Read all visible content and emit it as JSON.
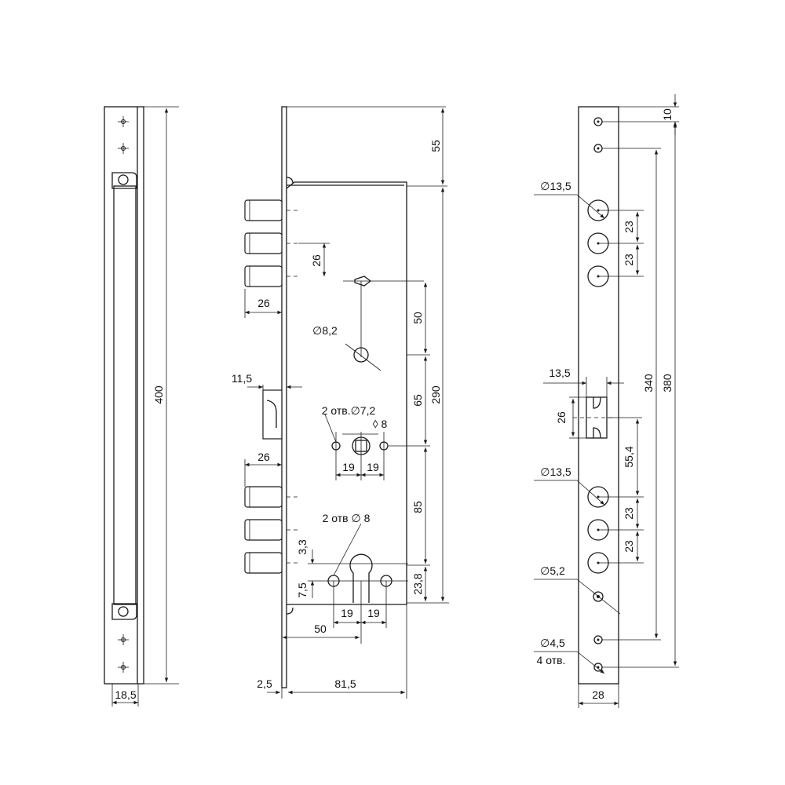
{
  "views": {
    "strike_plate": {
      "height_dim": "400",
      "width_dim": "18,5"
    },
    "lock_body": {
      "top_dim": "55",
      "bolt_spacing_dim": "26",
      "bolt_protrusion_top": "26",
      "latch_offset": "11,5",
      "bolt_protrusion_bottom": "26",
      "spindle_hole": "∅8,2",
      "dim_50": "50",
      "dim_65": "65",
      "dim_290": "290",
      "dim_85": "85",
      "dim_23_8": "23,8",
      "holes_upper": "2 отв.∅7,2",
      "square_8": "◊ 8",
      "upper_19_left": "19",
      "upper_19_right": "19",
      "holes_lower": "2 отв ∅ 8",
      "dim_3_3": "3,3",
      "dim_7_5": "7,5",
      "lower_19_left": "19",
      "lower_19_right": "19",
      "backset": "50",
      "faceplate_thickness": "2,5",
      "body_depth": "81,5"
    },
    "faceplate": {
      "top_offset": "10",
      "bolt_hole_top": "∅13,5",
      "dim_23_a": "23",
      "dim_23_b": "23",
      "latch_width": "13,5",
      "latch_height": "26",
      "dim_340": "340",
      "dim_380": "380",
      "dim_55_4": "55,4",
      "bolt_hole_bottom": "∅13,5",
      "dim_23_c": "23",
      "dim_23_d": "23",
      "screw_hole": "∅5,2",
      "mount_hole": "∅4,5",
      "mount_count": "4 отв.",
      "width_dim": "28"
    }
  }
}
